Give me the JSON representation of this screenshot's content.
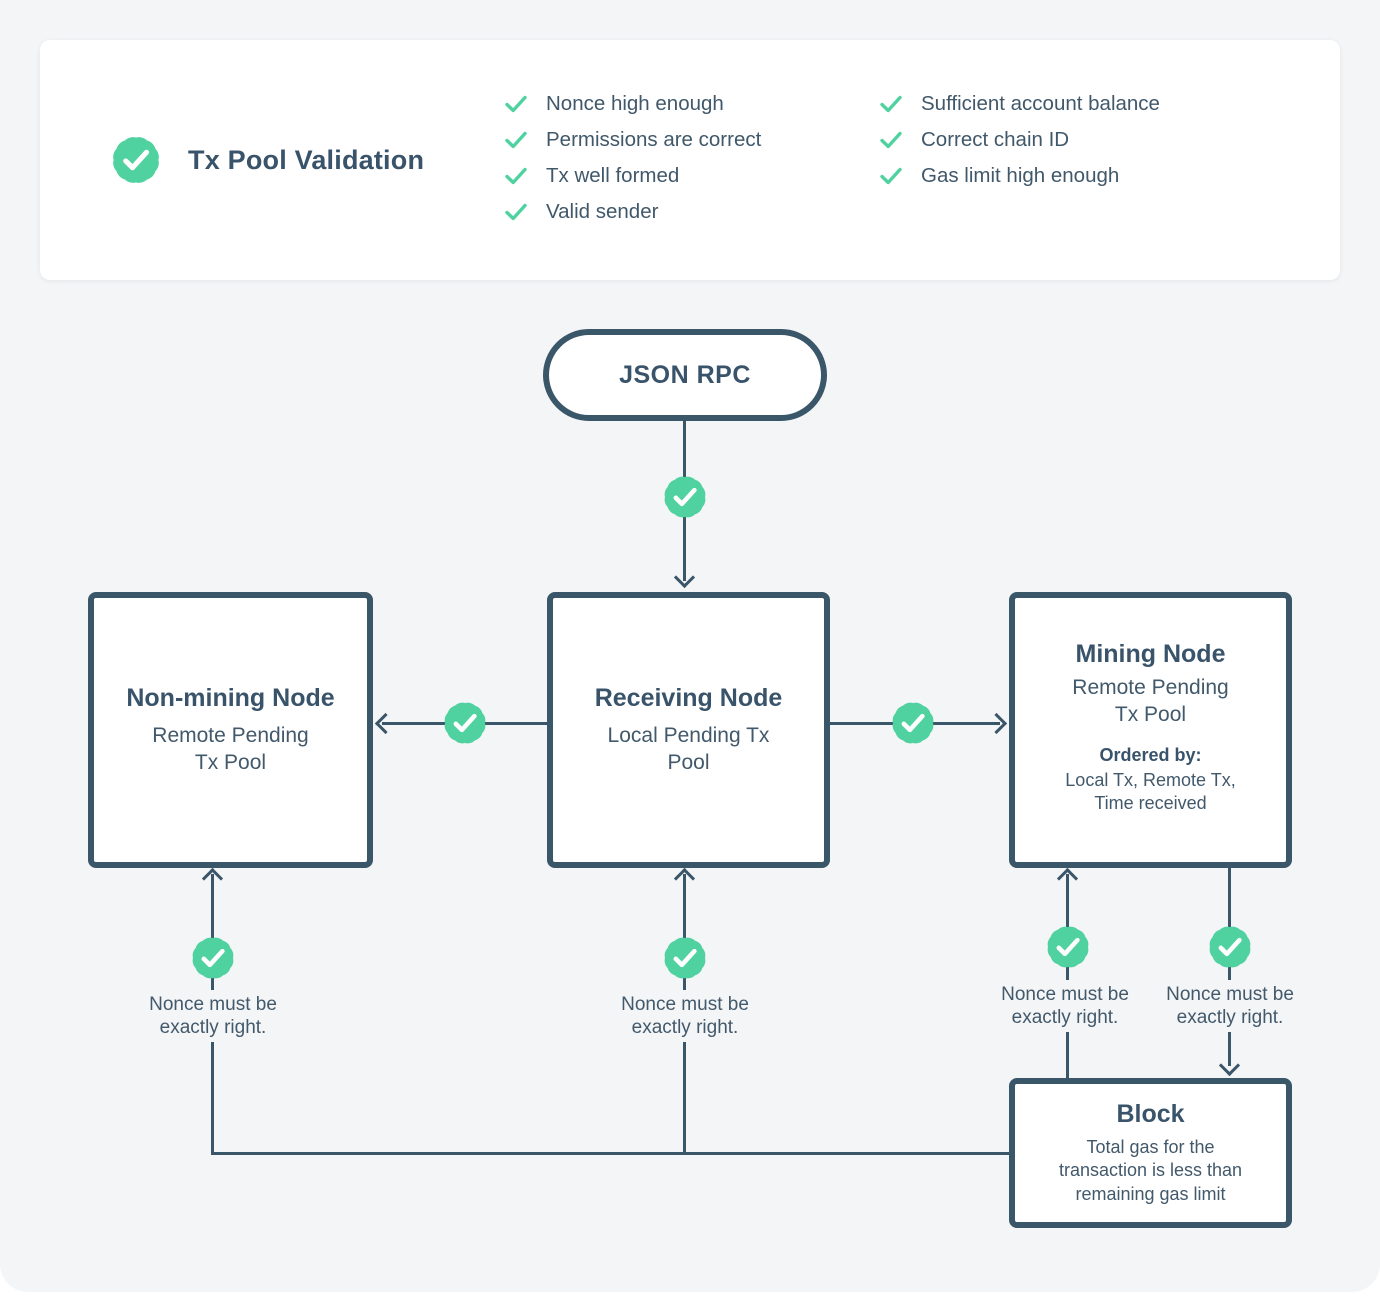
{
  "colors": {
    "green": "#50d2a0",
    "slate_text": "#40586a",
    "slate_dark": "#39536a",
    "line": "#3a5669",
    "canvas_bg": "#f4f5f7",
    "card_bg": "#ffffff"
  },
  "validation_card": {
    "badge_icon": "seal-check-icon",
    "check_icon": "check-icon",
    "title": "Tx Pool Validation",
    "columns": [
      {
        "items": [
          "Nonce high enough",
          "Permissions are correct",
          "Tx well formed",
          "Valid sender"
        ]
      },
      {
        "items": [
          "Sufficient account balance",
          "Correct chain ID",
          "Gas limit high enough"
        ]
      }
    ]
  },
  "diagram": {
    "badge_icon": "seal-check-icon",
    "entry": {
      "label": "JSON RPC"
    },
    "nodes": {
      "non_mining": {
        "title": "Non-mining Node",
        "subtitle": "Remote Pending Tx Pool"
      },
      "receiving": {
        "title": "Receiving Node",
        "subtitle": "Local Pending Tx Pool"
      },
      "mining": {
        "title": "Mining Node",
        "subtitle": "Remote Pending Tx Pool",
        "ordered_by_label": "Ordered by:",
        "ordered_by_text": "Local Tx, Remote Tx, Time received"
      },
      "block": {
        "title": "Block",
        "body": "Total gas for the transaction is less than remaining gas limit"
      }
    },
    "notes": {
      "nonce": "Nonce must be exactly right."
    }
  }
}
